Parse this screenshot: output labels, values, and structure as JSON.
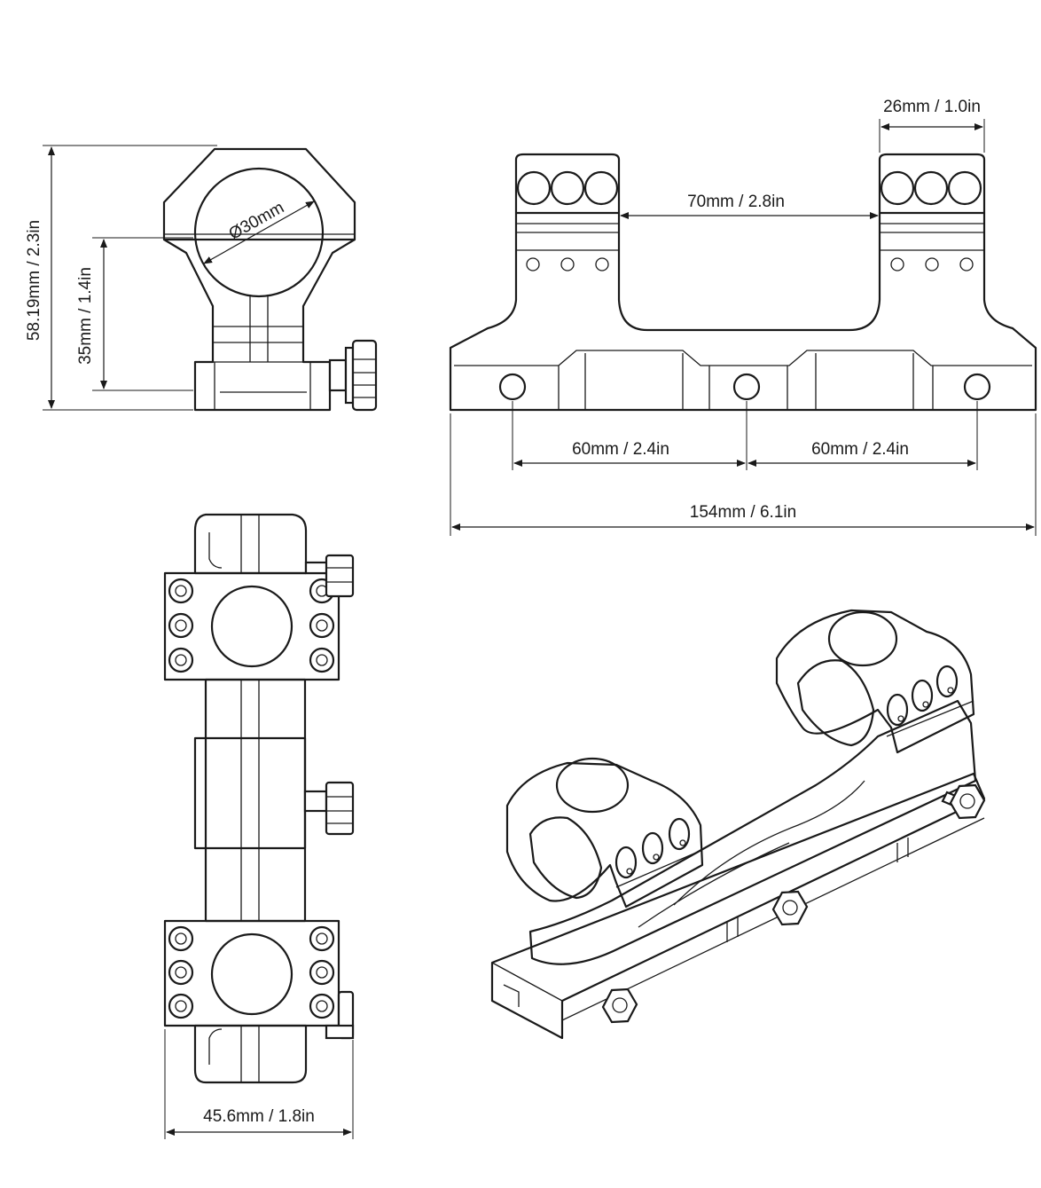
{
  "dimensions": {
    "ring_width": "26mm / 1.0in",
    "ring_spacing": "70mm / 2.8in",
    "diameter": "Ø30mm",
    "overall_height": "58.19mm / 2.3in",
    "center_height": "35mm / 1.4in",
    "bolt_spacing_left": "60mm / 2.4in",
    "bolt_spacing_right": "60mm / 2.4in",
    "overall_length": "154mm / 6.1in",
    "base_width": "45.6mm / 1.8in"
  }
}
